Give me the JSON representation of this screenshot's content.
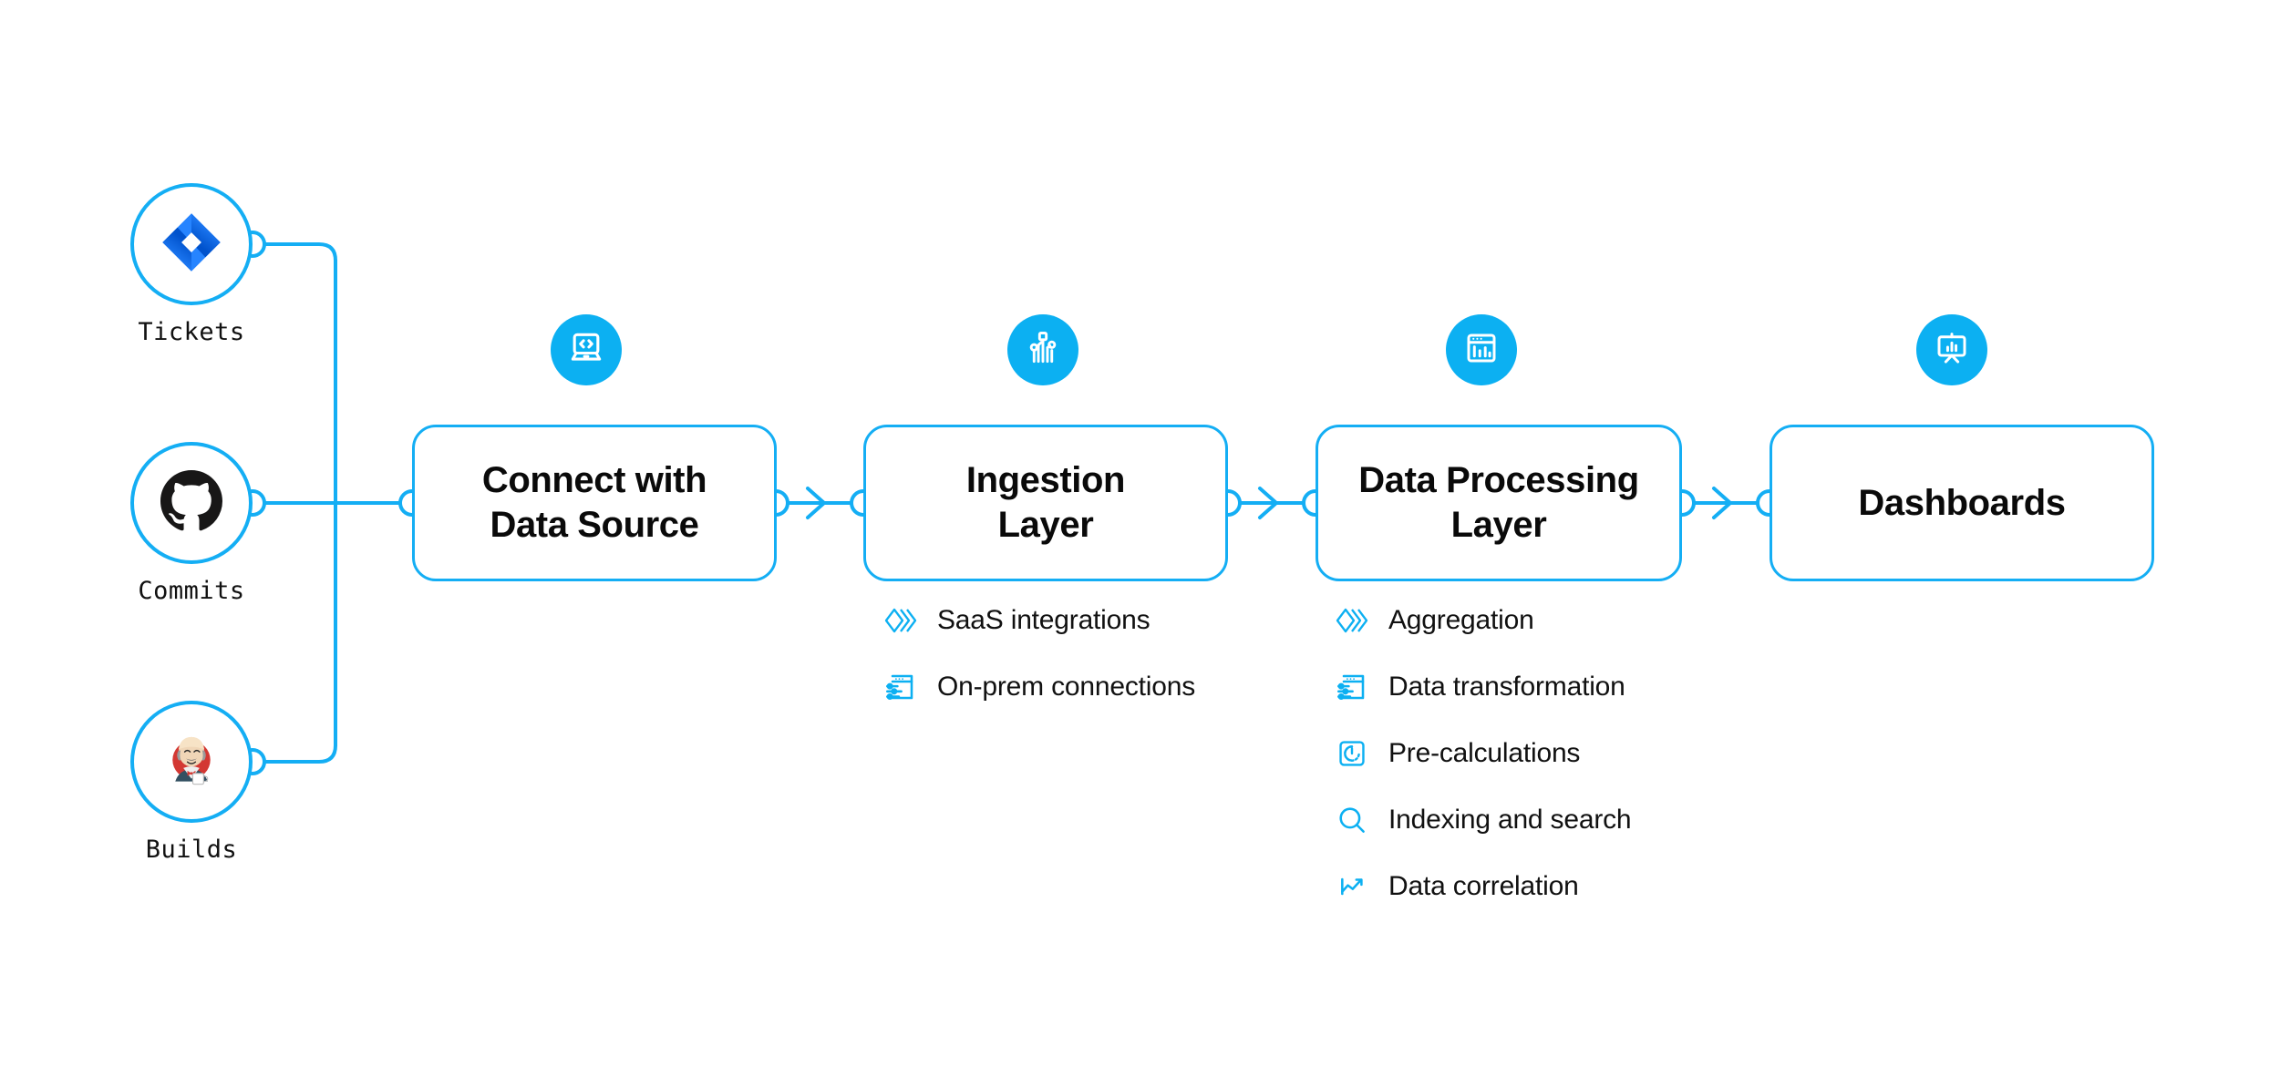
{
  "colors": {
    "accent": "#14AEF4",
    "icon_circle": "#0CB0F2",
    "text": "#111111",
    "background": "#FFFFFF",
    "jira_blue": "#2684FF",
    "jenkins_red": "#D33833",
    "github_black": "#181717"
  },
  "sources": [
    {
      "label": "Tickets",
      "icon": "jira-logo-icon"
    },
    {
      "label": "Commits",
      "icon": "github-logo-icon"
    },
    {
      "label": "Builds",
      "icon": "jenkins-logo-icon"
    }
  ],
  "stages": [
    {
      "title_line1": "Connect with",
      "title_line2": "Data Source",
      "icon": "laptop-code-icon",
      "features": []
    },
    {
      "title_line1": "Ingestion",
      "title_line2": "Layer",
      "icon": "circuit-nodes-icon",
      "features": [
        {
          "label": "SaaS integrations",
          "icon": "layered-chevrons-icon"
        },
        {
          "label": "On-prem connections",
          "icon": "window-sliders-icon"
        }
      ]
    },
    {
      "title_line1": "Data Processing",
      "title_line2": "Layer",
      "icon": "window-barchart-icon",
      "features": [
        {
          "label": "Aggregation",
          "icon": "layered-chevrons-icon"
        },
        {
          "label": "Data transformation",
          "icon": "window-sliders-icon"
        },
        {
          "label": "Pre-calculations",
          "icon": "timer-square-icon"
        },
        {
          "label": "Indexing and search",
          "icon": "magnifier-icon"
        },
        {
          "label": "Data correlation",
          "icon": "line-chart-icon"
        }
      ]
    },
    {
      "title_line1": "Dashboards",
      "title_line2": "",
      "icon": "presentation-chart-icon",
      "features": []
    }
  ]
}
